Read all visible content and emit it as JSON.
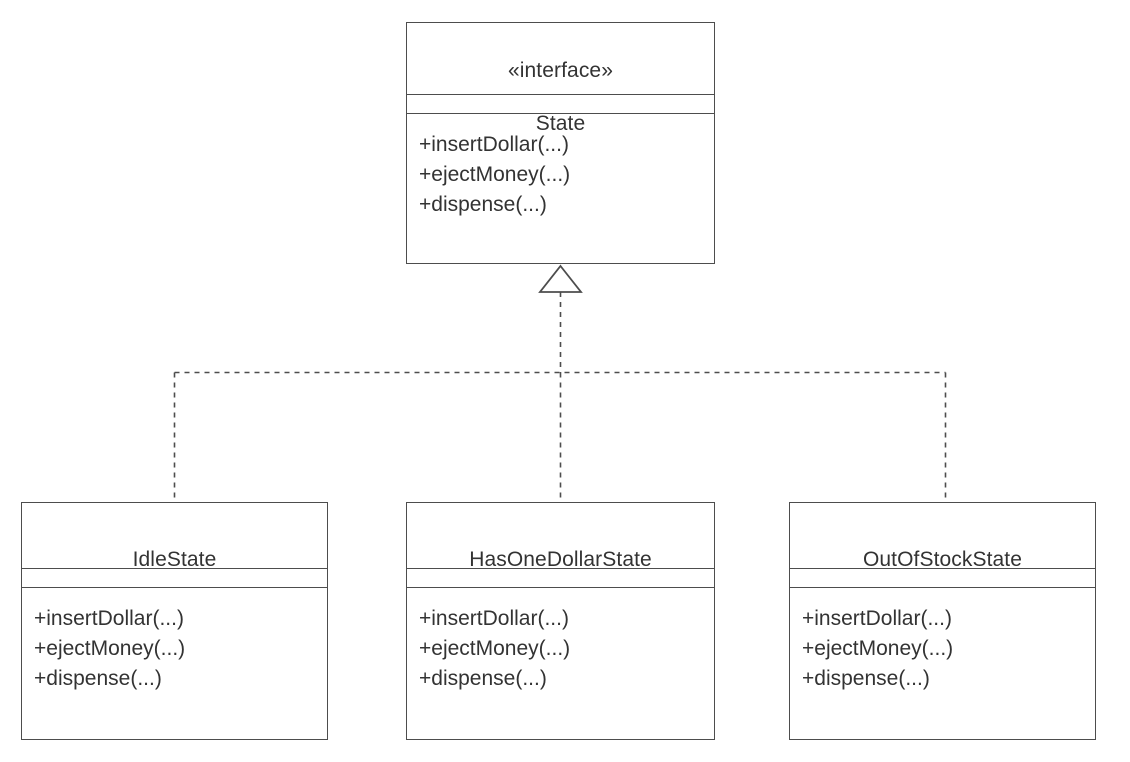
{
  "diagram": {
    "kind": "uml-class-diagram",
    "title": "State Pattern",
    "colors": {
      "stroke": "#4d4d4d",
      "text": "#333333",
      "background": "#ffffff",
      "connector": "#4d4d4d"
    },
    "classes": [
      {
        "id": "state",
        "stereotype": "«interface»",
        "name": "State",
        "attributes": [],
        "methods": [
          "+insertDollar(...)",
          "+ejectMoney(...)",
          "+dispense(...)"
        ]
      },
      {
        "id": "idle",
        "stereotype": "",
        "name": "IdleState",
        "attributes": [],
        "methods": [
          "+insertDollar(...)",
          "+ejectMoney(...)",
          "+dispense(...)"
        ]
      },
      {
        "id": "hasone",
        "stereotype": "",
        "name": "HasOneDollarState",
        "attributes": [],
        "methods": [
          "+insertDollar(...)",
          "+ejectMoney(...)",
          "+dispense(...)"
        ]
      },
      {
        "id": "outofstock",
        "stereotype": "",
        "name": "OutOfStockState",
        "attributes": [],
        "methods": [
          "+insertDollar(...)",
          "+ejectMoney(...)",
          "+dispense(...)"
        ]
      }
    ],
    "relationships": [
      {
        "type": "realization",
        "from": "idle",
        "to": "state",
        "line": "dashed",
        "arrowhead": "hollow-triangle"
      },
      {
        "type": "realization",
        "from": "hasone",
        "to": "state",
        "line": "dashed",
        "arrowhead": "hollow-triangle"
      },
      {
        "type": "realization",
        "from": "outofstock",
        "to": "state",
        "line": "dashed",
        "arrowhead": "hollow-triangle"
      }
    ]
  }
}
